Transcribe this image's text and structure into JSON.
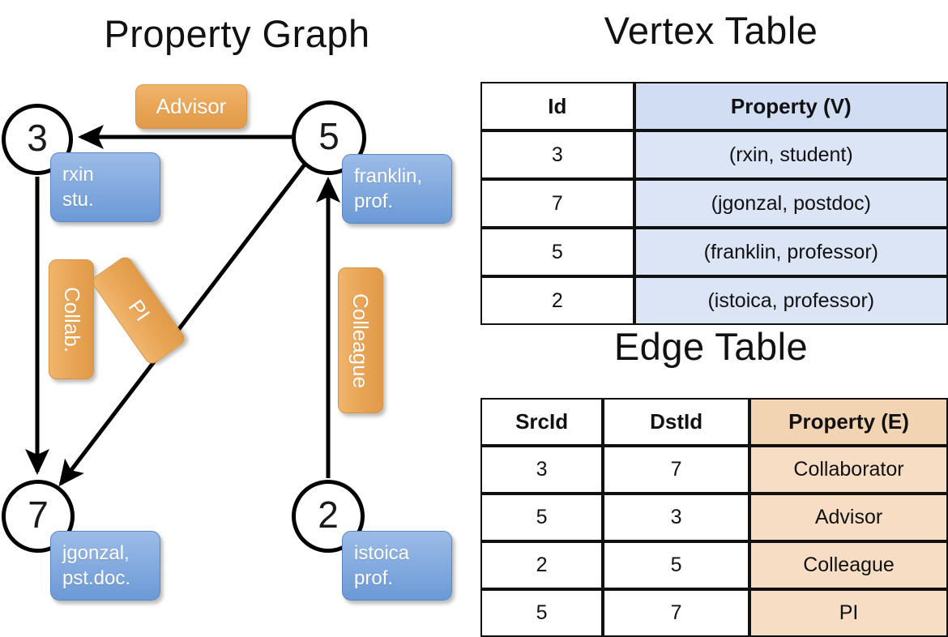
{
  "graph": {
    "title": "Property Graph",
    "nodes": [
      {
        "id": "3",
        "name": "node-3",
        "property_lines": [
          "rxin",
          "stu."
        ]
      },
      {
        "id": "5",
        "name": "node-5",
        "property_lines": [
          "franklin,",
          "prof."
        ]
      },
      {
        "id": "7",
        "name": "node-7",
        "property_lines": [
          "jgonzal,",
          "pst.doc."
        ]
      },
      {
        "id": "2",
        "name": "node-2",
        "property_lines": [
          "istoica",
          "prof."
        ]
      }
    ],
    "edge_labels": [
      {
        "name": "advisor-label",
        "text": "Advisor"
      },
      {
        "name": "collab-label",
        "text": "Collab."
      },
      {
        "name": "pi-label",
        "text": "PI"
      },
      {
        "name": "colleague-label",
        "text": "Colleague"
      }
    ],
    "colors": {
      "vertex_box_fill": "#86ace0",
      "edge_box_fill": "#e8a455",
      "node_stroke": "#000000",
      "arrow": "#000000"
    }
  },
  "vertex_table": {
    "title": "Vertex Table",
    "columns": [
      "Id",
      "Property (V)"
    ],
    "rows": [
      [
        "3",
        "(rxin, student)"
      ],
      [
        "7",
        "(jgonzal, postdoc)"
      ],
      [
        "5",
        "(franklin, professor)"
      ],
      [
        "2",
        "(istoica, professor)"
      ]
    ],
    "property_fill": "#dbe5f5"
  },
  "edge_table": {
    "title": "Edge Table",
    "columns": [
      "SrcId",
      "DstId",
      "Property (E)"
    ],
    "rows": [
      [
        "3",
        "7",
        "Collaborator"
      ],
      [
        "5",
        "3",
        "Advisor"
      ],
      [
        "2",
        "5",
        "Colleague"
      ],
      [
        "5",
        "7",
        "PI"
      ]
    ],
    "property_fill": "#f6ddc3"
  }
}
